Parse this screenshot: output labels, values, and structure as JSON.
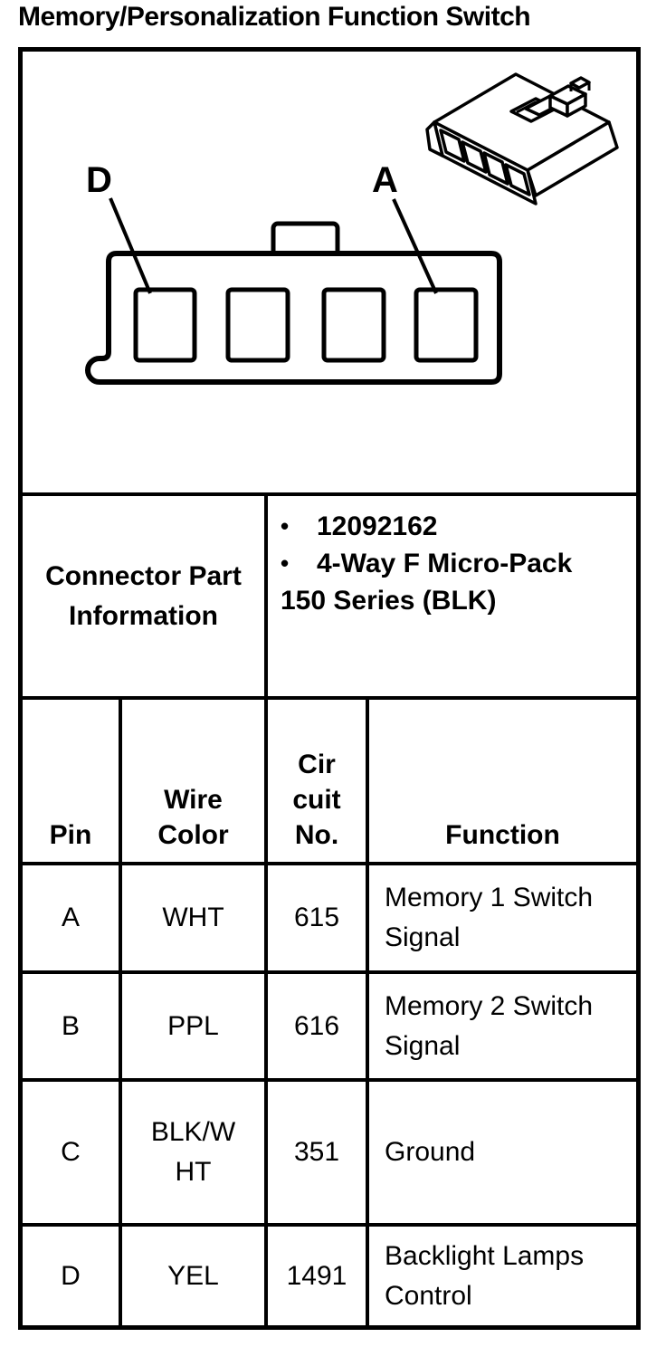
{
  "title": "Memory/Personalization Function Switch",
  "diagram": {
    "front_view_label_left": "D",
    "front_view_label_right": "A"
  },
  "part_info": {
    "label": "Connector Part Information",
    "bullet_glyph": "•",
    "bullets": [
      "12092162",
      "4-Way F Micro-Pack"
    ],
    "continuation_line": "150 Series (BLK)"
  },
  "pin_table": {
    "headers": {
      "pin": "Pin",
      "wire_color": "Wire\nColor",
      "circuit_no": "Cir\ncuit\nNo.",
      "function": "Function"
    },
    "rows": [
      {
        "pin": "A",
        "wire_color": "WHT",
        "circuit_no": "615",
        "function": "Memory 1 Switch\nSignal"
      },
      {
        "pin": "B",
        "wire_color": "PPL",
        "circuit_no": "616",
        "function": "Memory 2 Switch\nSignal"
      },
      {
        "pin": "C",
        "wire_color": "BLK/W\nHT",
        "circuit_no": "351",
        "function": "Ground"
      },
      {
        "pin": "D",
        "wire_color": "YEL",
        "circuit_no": "1491",
        "function": "Backlight Lamps\nControl"
      }
    ]
  }
}
